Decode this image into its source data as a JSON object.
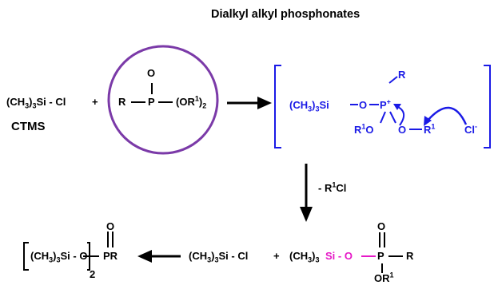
{
  "title": "Dialkyl alkyl phosphonates",
  "reactants": {
    "ctms_formula": "(CH3)3Si - Cl",
    "ctms_label": "CTMS",
    "plus": "+",
    "phosphonate_R": "R",
    "phosphonate_P": "P",
    "phosphonate_O": "O",
    "phosphonate_OR": "(OR1)2"
  },
  "intermediate": {
    "silyl": "(CH3)3Si",
    "O": "O",
    "P_plus": "P+",
    "R": "R",
    "R1O": "R1O",
    "O2": "O",
    "R1": "R1",
    "chloride": "Cl-"
  },
  "step2": {
    "byproduct": "- R1Cl"
  },
  "products": {
    "polymer": "[(CH3)3Si - O - PR]2",
    "arrow_back_label": "",
    "ctms": "(CH3)3Si - Cl",
    "plus": "+",
    "silyl_ester_si": "Si",
    "silyl_ester_prefix": "(CH3)3",
    "O": "O",
    "P": "P",
    "R": "R",
    "O_top": "O",
    "OR1": "OR1"
  },
  "colors": {
    "intermediate": "#1a1ae6",
    "circle": "#7b3aa8",
    "highlight": "#e619c7",
    "text": "#000000"
  }
}
